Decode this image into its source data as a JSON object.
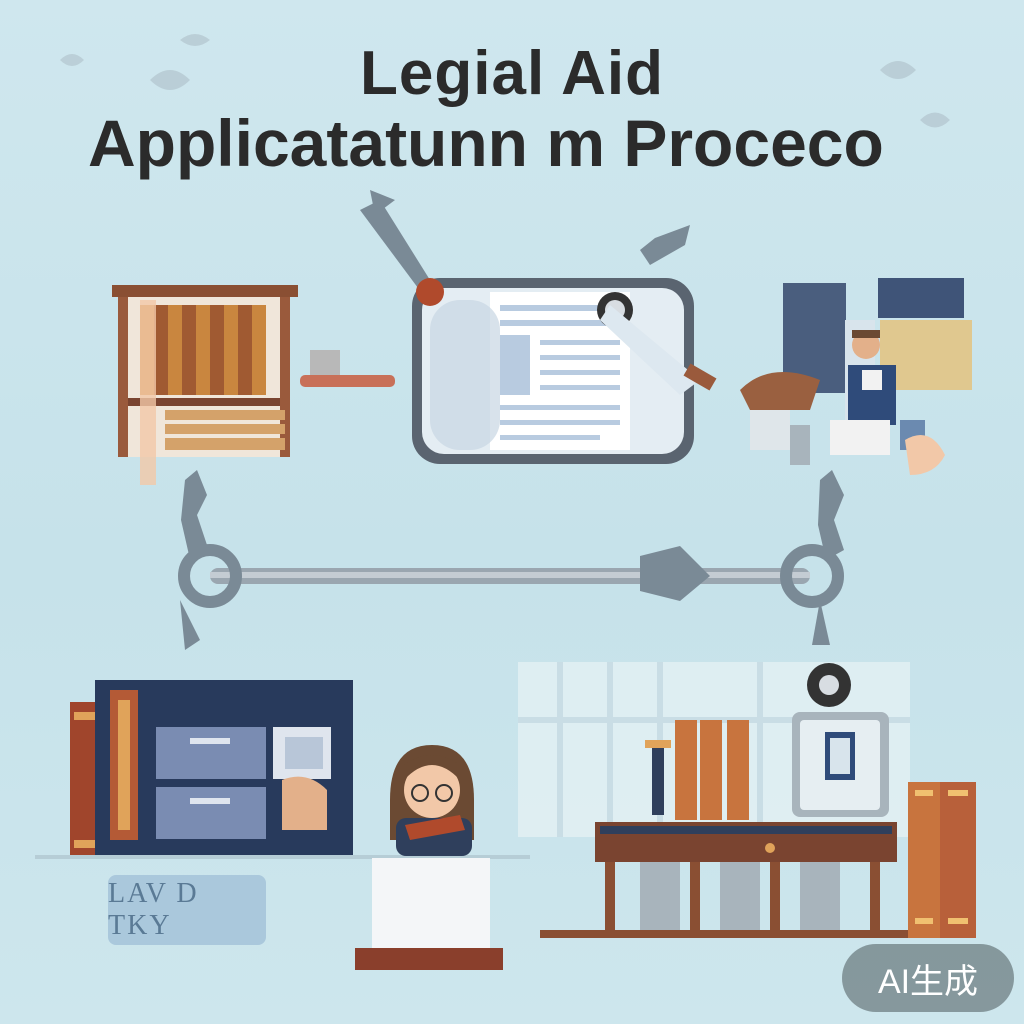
{
  "title": {
    "line1": "Legial Aid",
    "line2": "Applicatatunn m Proceco"
  },
  "sign_plate": "LAV D TKY",
  "badge": "AI生成",
  "colors": {
    "background": "#c6e2ea",
    "title": "#2b2b2b",
    "wood": "#9a5a3c",
    "navy": "#2f3f5c",
    "connector": "#8a9aa6"
  },
  "icons": [
    "bookshelf-icon",
    "document-screen-icon",
    "office-worker-icon",
    "filing-cabinet-icon",
    "woman-avatar-icon",
    "courtroom-desk-icon",
    "computer-terminal-icon",
    "books-stack-icon",
    "connector-arrow-icon"
  ]
}
